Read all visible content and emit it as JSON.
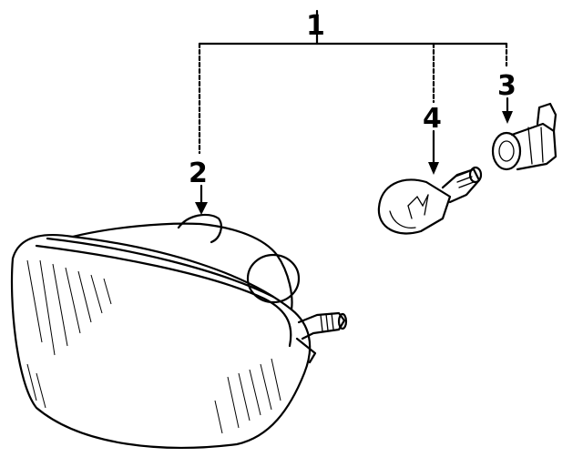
{
  "callouts": {
    "assembly": "1",
    "housing": "2",
    "socket": "3",
    "bulb": "4"
  }
}
